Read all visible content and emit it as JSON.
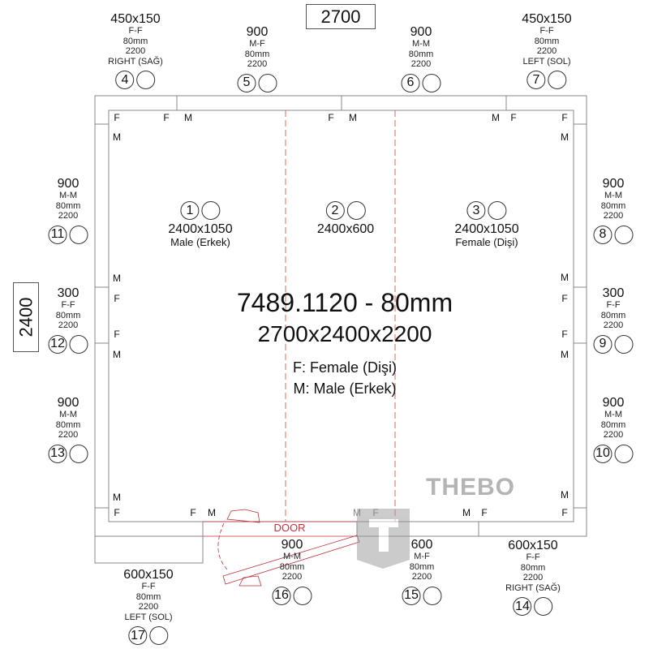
{
  "dimensions": {
    "width": "2700",
    "depth": "2400"
  },
  "title": {
    "model": "7489.1120 - 80mm",
    "size": "2700x2400x2200",
    "legend_female": "F: Female (Dişi)",
    "legend_male": "M: Male (Erkek)"
  },
  "rooms": [
    {
      "number": "1",
      "size": "2400x1050",
      "gender": "Male (Erkek)"
    },
    {
      "number": "2",
      "size": "2400x600",
      "gender": ""
    },
    {
      "number": "3",
      "size": "2400x1050",
      "gender": "Female (Dişi)"
    }
  ],
  "panels": [
    {
      "number": "4",
      "size": "450x150",
      "type": "F-F",
      "thickness": "80mm",
      "height": "2200",
      "side": "RIGHT (SAĞ)"
    },
    {
      "number": "5",
      "size": "900",
      "type": "M-F",
      "thickness": "80mm",
      "height": "2200",
      "side": ""
    },
    {
      "number": "6",
      "size": "900",
      "type": "M-M",
      "thickness": "80mm",
      "height": "2200",
      "side": ""
    },
    {
      "number": "7",
      "size": "450x150",
      "type": "F-F",
      "thickness": "80mm",
      "height": "2200",
      "side": "LEFT (SOL)"
    },
    {
      "number": "8",
      "size": "900",
      "type": "M-M",
      "thickness": "80mm",
      "height": "2200",
      "side": ""
    },
    {
      "number": "9",
      "size": "300",
      "type": "F-F",
      "thickness": "80mm",
      "height": "2200",
      "side": ""
    },
    {
      "number": "10",
      "size": "900",
      "type": "M-M",
      "thickness": "80mm",
      "height": "2200",
      "side": ""
    },
    {
      "number": "11",
      "size": "900",
      "type": "M-M",
      "thickness": "80mm",
      "height": "2200",
      "side": ""
    },
    {
      "number": "12",
      "size": "300",
      "type": "F-F",
      "thickness": "80mm",
      "height": "2200",
      "side": ""
    },
    {
      "number": "13",
      "size": "900",
      "type": "M-M",
      "thickness": "80mm",
      "height": "2200",
      "side": ""
    },
    {
      "number": "14",
      "size": "600x150",
      "type": "F-F",
      "thickness": "80mm",
      "height": "2200",
      "side": "RIGHT (SAĞ)"
    },
    {
      "number": "15",
      "size": "600",
      "type": "M-F",
      "thickness": "80mm",
      "height": "2200",
      "side": ""
    },
    {
      "number": "16",
      "size": "900",
      "type": "M-M",
      "thickness": "80mm",
      "height": "2200",
      "side": ""
    },
    {
      "number": "17",
      "size": "600x150",
      "type": "F-F",
      "thickness": "80mm",
      "height": "2200",
      "side": "LEFT (SOL)"
    }
  ],
  "connector_marks": [
    "F",
    "F",
    "M",
    "F",
    "M",
    "M",
    "F",
    "F",
    "M",
    "M",
    "M",
    "F",
    "F",
    "M",
    "M",
    "F",
    "F",
    "M",
    "M",
    "F",
    "F",
    "M",
    "M",
    "F",
    "M",
    "F",
    "M",
    "F"
  ],
  "door_label": "DOOR",
  "watermark": "THEBO",
  "colors": {
    "line": "#777777",
    "door": "#c0303a",
    "watermark": "#a0a0a0"
  }
}
